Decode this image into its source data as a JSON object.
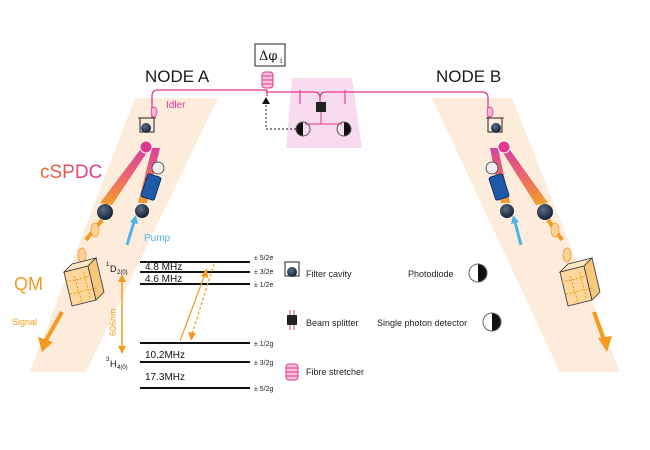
{
  "nodes": {
    "a_title": "NODE A",
    "b_title": "NODE B"
  },
  "labels": {
    "idler": "Idler",
    "cspdc": "cSPDC",
    "pump": "Pump",
    "qm": "QM",
    "signal": "Signal",
    "phase": "Δφ",
    "phase_sub": "i"
  },
  "level_diagram": {
    "upper_state": "1D2(0)",
    "upper_main": "1",
    "upper_d": "D",
    "upper_sub": "2(0)",
    "lower_state": "3H4(0)",
    "lower_main": "3",
    "lower_h": "H",
    "lower_sub": "4(0)",
    "wavelength": "606nm",
    "splittings_upper": [
      "4.8 MHz",
      "4.6 MHz"
    ],
    "splittings_lower": [
      "10.2MHz",
      "17.3MHz"
    ],
    "upper_levels": [
      "± 5/2e",
      "± 3/2e",
      "± 1/2e"
    ],
    "lower_levels": [
      "± 1/2g",
      "± 3/2g",
      "± 5/2g"
    ]
  },
  "legend": {
    "filter_cavity": "Filter cavity",
    "beam_splitter": "Beam splitter",
    "fibre_stretcher": "Fibre stretcher",
    "photodiode": "Photodiode",
    "single_photon_detector": "Single photon detector"
  },
  "colors": {
    "idler_pink": "#e0398c",
    "pump_blue": "#4fb3e8",
    "signal_orange": "#f39a1f",
    "cspdc_gradient_start": "#f06a2a",
    "cspdc_gradient_end": "#d43a9a",
    "beam_bg": "#fde8d6",
    "center_bg": "#f7d7ec",
    "crystal_blue": "#1e5aa8"
  }
}
